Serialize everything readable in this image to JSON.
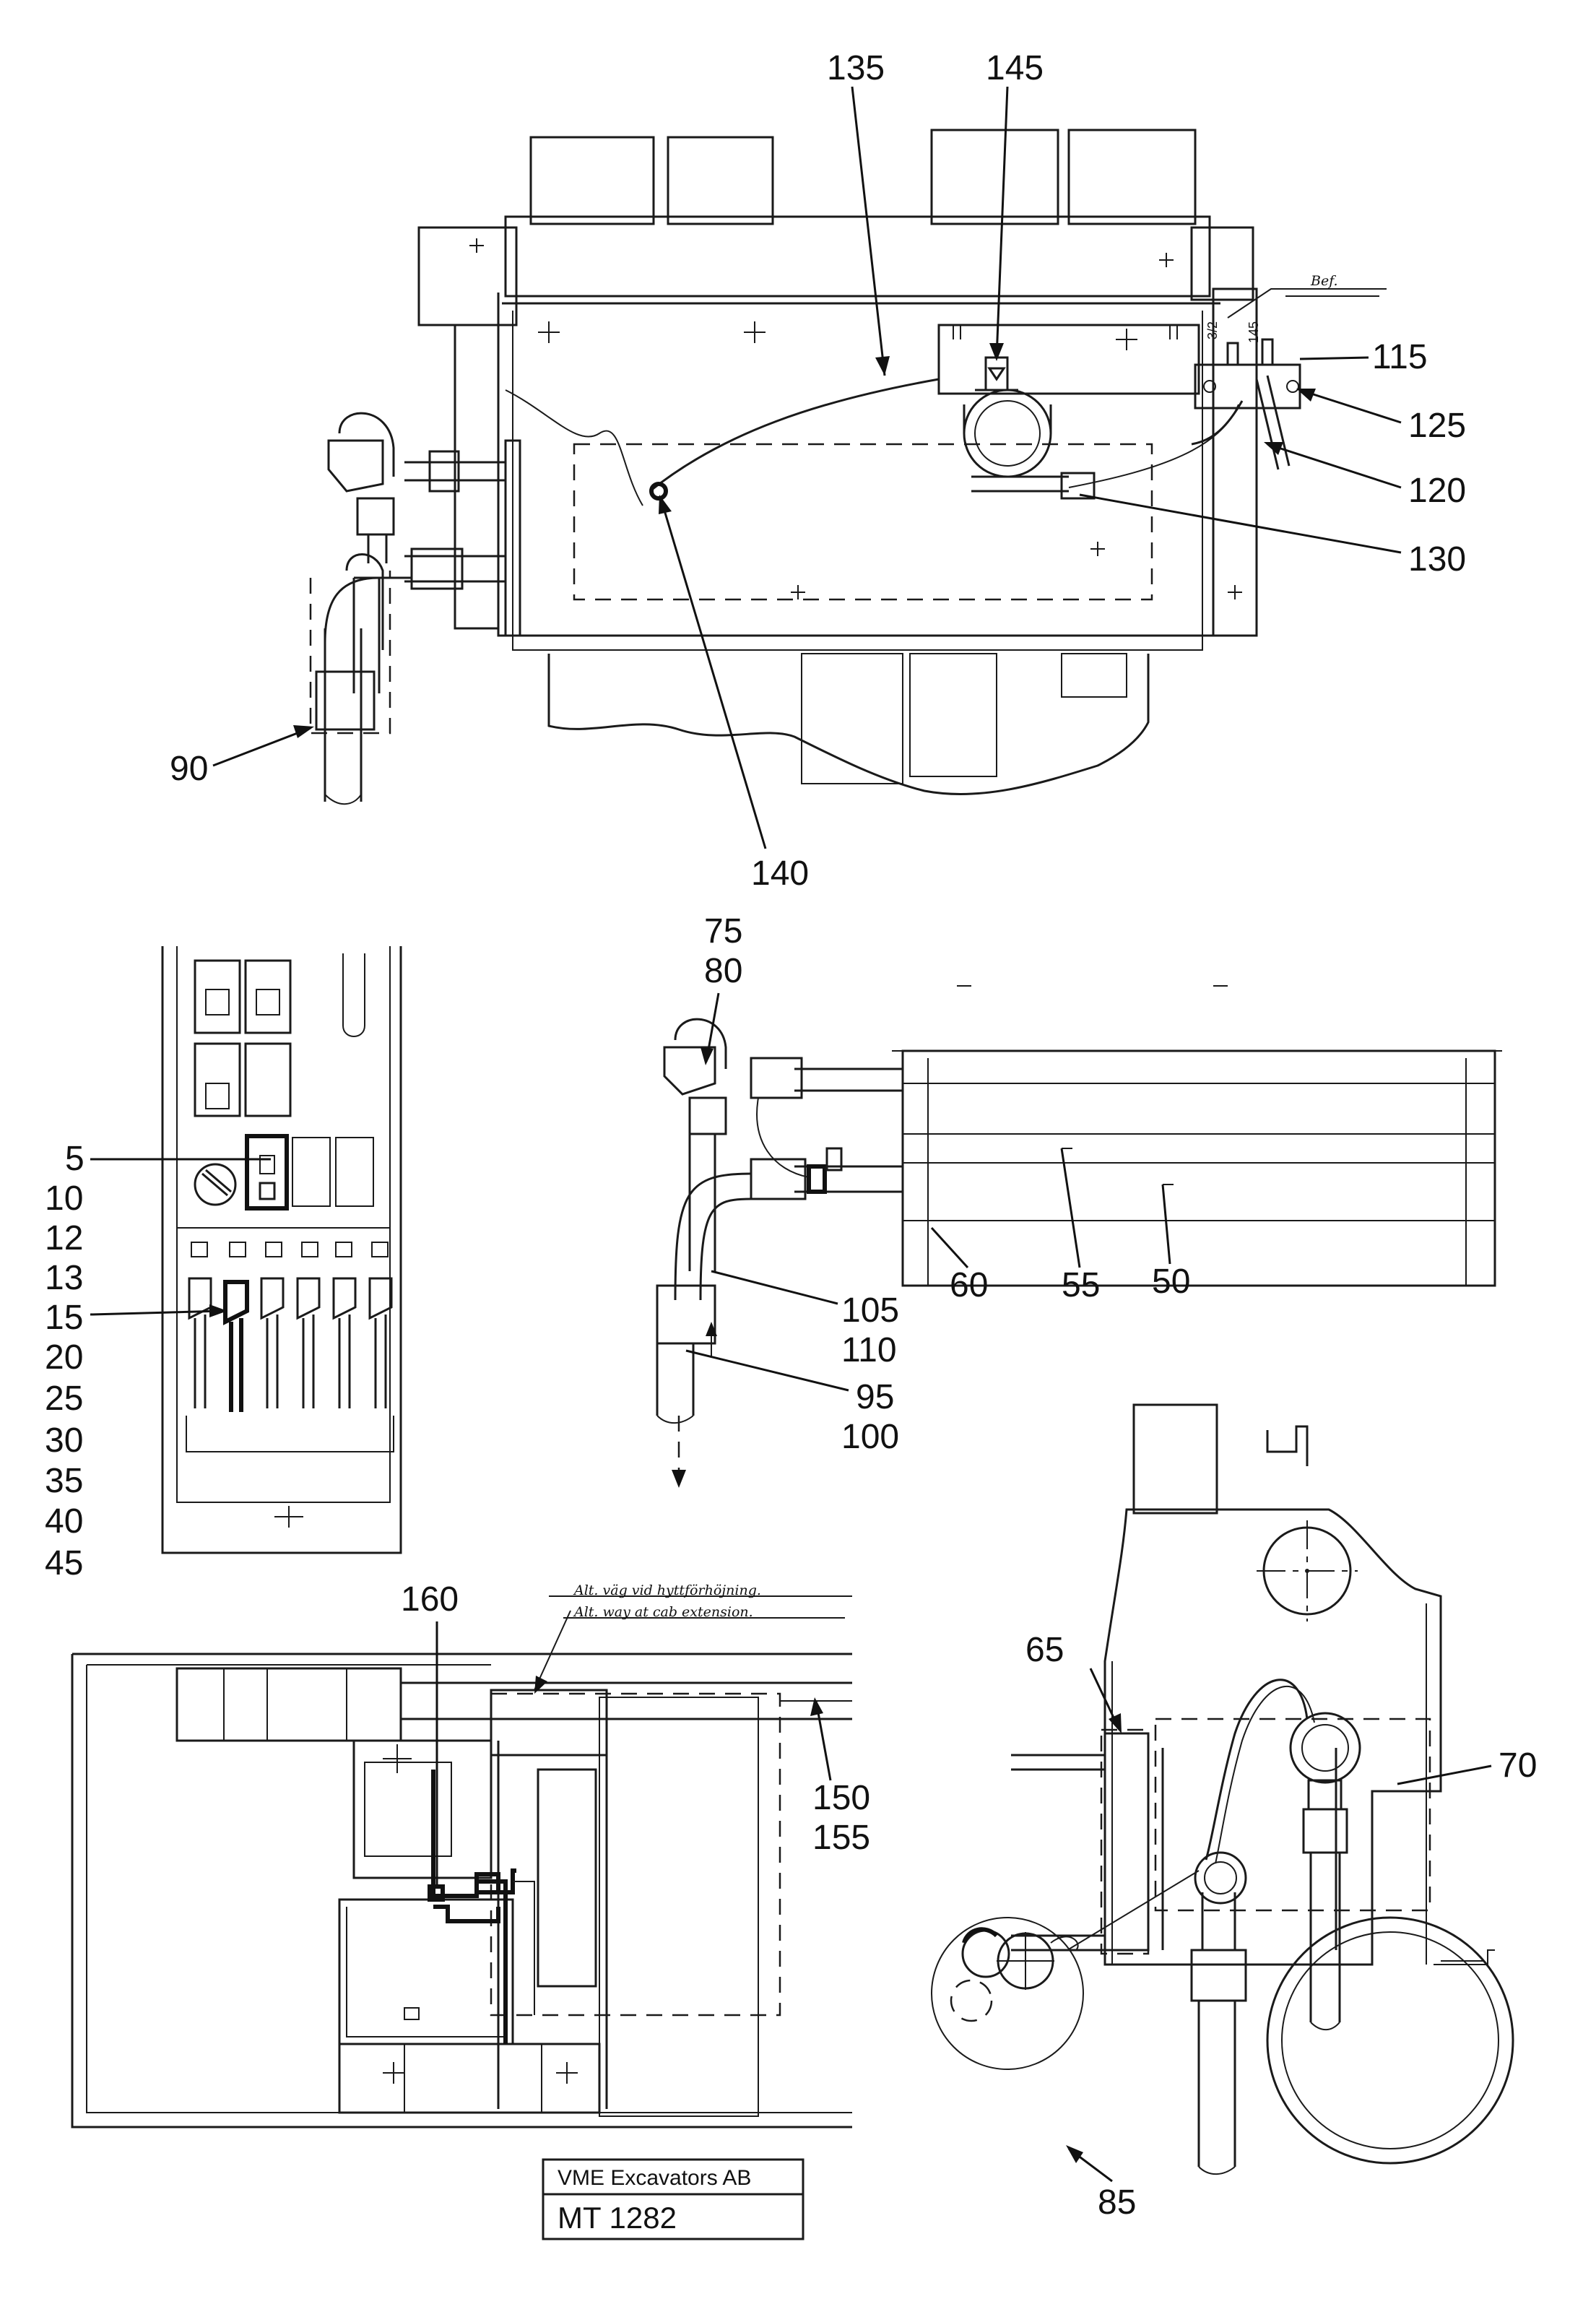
{
  "drawing": {
    "callouts": {
      "c135": "135",
      "c145": "145",
      "c115": "115",
      "c125": "125",
      "c120": "120",
      "c130": "130",
      "c90": "90",
      "c140": "140",
      "c75": "75",
      "c80": "80",
      "c5": "5",
      "c10": "10",
      "c12": "12",
      "c13": "13",
      "c15": "15",
      "c20": "20",
      "c25": "25",
      "c30": "30",
      "c35": "35",
      "c40": "40",
      "c45": "45",
      "c105": "105",
      "c110": "110",
      "c95": "95",
      "c100": "100",
      "c60": "60",
      "c55": "55",
      "c50": "50",
      "c160": "160",
      "c150": "150",
      "c155": "155",
      "c65": "65",
      "c70": "70",
      "c85": "85"
    },
    "handwritten": {
      "bef": "Bef.",
      "dim_3_2": "3/2",
      "dim_145": "145",
      "note_sv": "Alt. väg vid hyttförhöjning.",
      "note_en": "Alt. way at cab extension."
    },
    "title_block": {
      "company": "VME Excavators AB",
      "drawing_number": "MT 1282"
    }
  }
}
